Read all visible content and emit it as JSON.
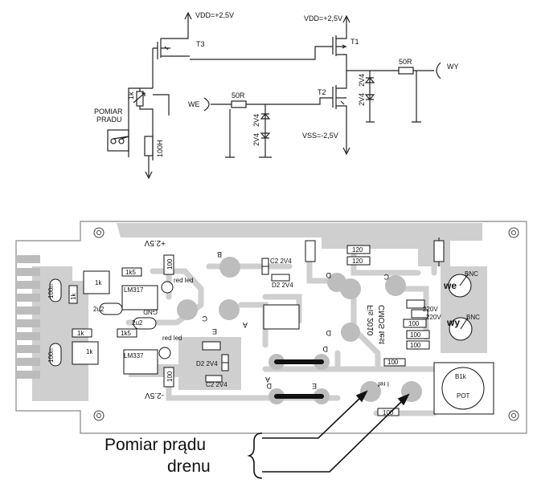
{
  "schematic": {
    "vdd_left": "VDD=+2,5V",
    "vdd_right": "VDD=+2,5V",
    "vss": "VSS=-2,5V",
    "t3": "T3",
    "t1": "T1",
    "t2": "T2",
    "r_out": "50R",
    "r_in": "50R",
    "we": "WE",
    "wy": "WY",
    "zener_out_top": "2V4",
    "zener_out_bottom": "2V4",
    "zener_in_top": "2V4",
    "zener_in_bottom": "2V4",
    "pot": "1k",
    "r_meter": "100H",
    "meter_label_1": "POMIAR",
    "meter_label_2": "PRADU"
  },
  "pcb": {
    "r100n_top": "100n",
    "r100n_bottom": "100n",
    "r1k_top": "1k",
    "r1k5_top": "1k5",
    "r1k_trim_top": "1k",
    "lm317": "LM317",
    "lm337": "LM337",
    "r1k_bottom": "1k",
    "r1k5_bottom": "1k5",
    "r1k_trim_bottom": "1k",
    "c2u2_a": "2u2",
    "c2u2_b": "2u2",
    "gnd": "GND",
    "plus25": "+2.5V",
    "minus25": "-2.5V",
    "red_led_top": "red led",
    "red_led_bottom": "red led",
    "r100_top": "100",
    "r100_bottom": "100",
    "d2_2v4_top": "D2 2V4",
    "c2_2v4_top": "C2 2V4",
    "d2_2v4_bottom": "D2 2V4",
    "c2_2v4_bottom": "C2 2V4",
    "r120_a": "120",
    "r120_b": "120",
    "r100_c": "100",
    "r100_d": "100",
    "r100_e": "100",
    "c220_a": "220V",
    "c220_b": "220V",
    "we": "we",
    "wy": "wy",
    "bnc_top": "BNC",
    "bnc_bottom": "BNC",
    "r100_pad": "100",
    "r100_low": "100",
    "pot_val": "B1k",
    "pot": "POT",
    "irej": "I ref",
    "pin_b": "B",
    "pin_c": "C",
    "pin_e": "E",
    "pin_d1": "D",
    "pin_a": "A",
    "pin_a2": "A",
    "pin_d2": "D",
    "pin_e2": "E",
    "pin_d3": "D",
    "pin_c2": "C",
    "pin_d4": "D",
    "mirror_1": "CMOS test",
    "mirror_2": "Fis 2010"
  },
  "caption": {
    "line1": "Pomiar prądu",
    "line2": "drenu"
  }
}
